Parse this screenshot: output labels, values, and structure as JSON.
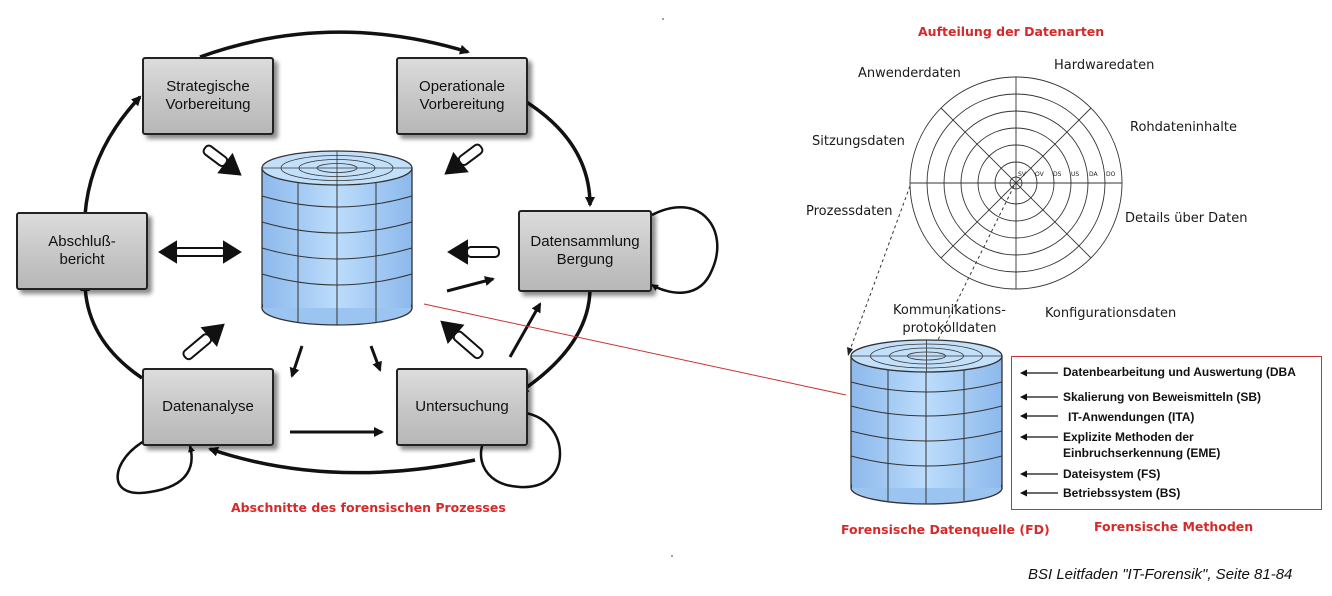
{
  "process": {
    "caption": "Abschnitte des forensischen Prozesses",
    "steps": {
      "strategic": "Strategische\nVorbereitung",
      "operational": "Operationale\nVorbereitung",
      "collection": "Datensammlung\nBergung",
      "investigation": "Untersuchung",
      "analysis": "Datenanalyse",
      "report": "Abschluß-\nbericht"
    }
  },
  "data_types": {
    "title": "Aufteilung der Datenarten",
    "labels": {
      "user": "Anwenderdaten",
      "hardware": "Hardwaredaten",
      "raw": "Rohdateninhalte",
      "session": "Sitzungsdaten",
      "process": "Prozessdaten",
      "details": "Details über Daten",
      "config": "Konfigurationsdaten",
      "comm": "Kommunikations-\nprotokolldaten"
    },
    "ring_labels": [
      "SV",
      "OV",
      "DS",
      "US",
      "DA",
      "DO"
    ]
  },
  "source_caption": "Forensische Datenquelle (FD)",
  "methods": {
    "caption": "Forensische Methoden",
    "items": [
      "Datenbearbeitung und Auswertung (DBA",
      "Skalierung von Beweismitteln (SB)",
      "IT-Anwendungen (ITA)",
      "Explizite Methoden der\nEinbruchserkennung (EME)",
      "Dateisystem (FS)",
      "Betriebssystem (BS)"
    ]
  },
  "citation": "BSI Leitfaden \"IT-Forensik\", Seite 81-84",
  "colors": {
    "accent_red": "#d62a2a",
    "cylinder_blue": "#a9cdf5",
    "box_gray": "#c8c8c8"
  }
}
